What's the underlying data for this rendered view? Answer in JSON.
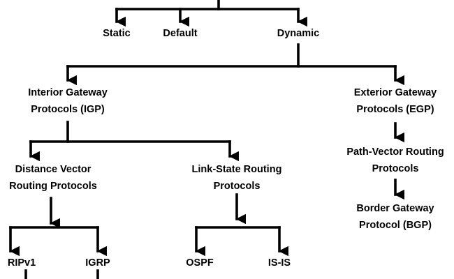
{
  "colors": {
    "background": "#ffffff",
    "lines": "#000000",
    "text": "#000000"
  },
  "nodes": {
    "static": "Static",
    "default": "Default",
    "dynamic": "Dynamic",
    "igp": [
      "Interior Gateway",
      "Protocols (IGP)"
    ],
    "egp": [
      "Exterior Gateway",
      "Protocols (EGP)"
    ],
    "path_vector": [
      "Path-Vector Routing",
      "Protocols"
    ],
    "bgp": [
      "Border Gateway",
      "Protocol (BGP)"
    ],
    "distance_vector": [
      "Distance Vector",
      "Routing Protocols"
    ],
    "link_state": [
      "Link-State Routing",
      "Protocols"
    ],
    "ripv1": "RIPv1",
    "igrp": "IGRP",
    "ospf": "OSPF",
    "isis": "IS-IS"
  }
}
